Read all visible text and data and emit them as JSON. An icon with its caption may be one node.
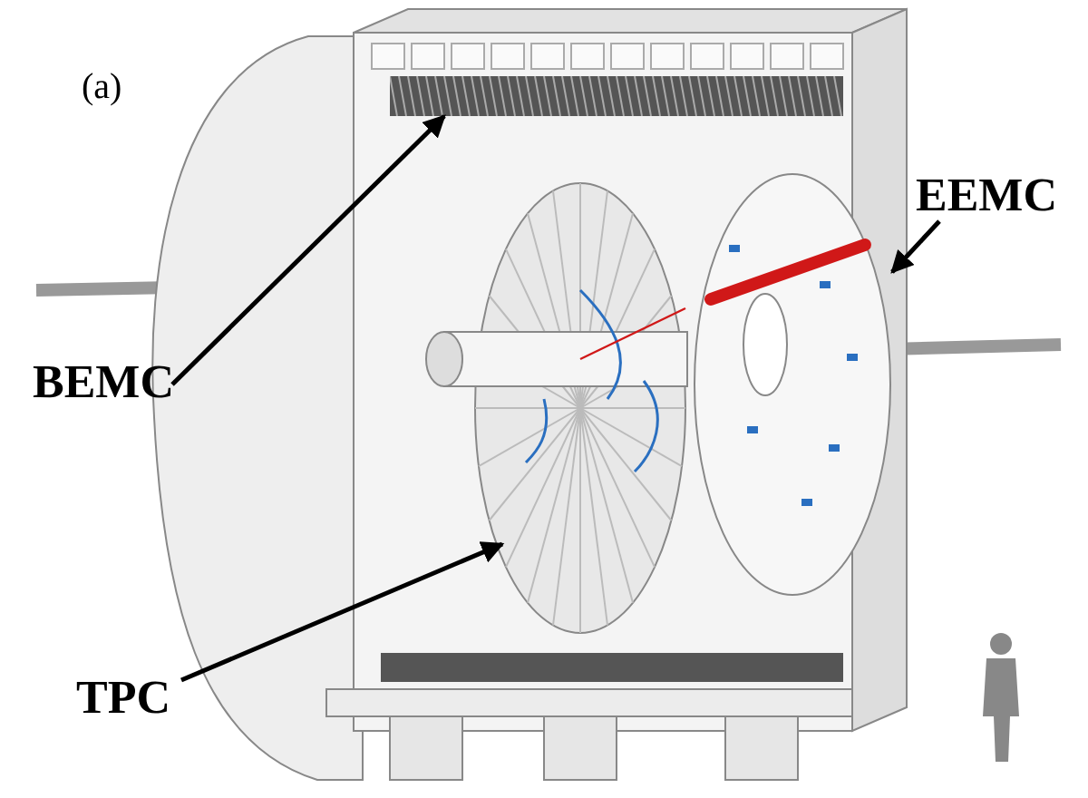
{
  "diagram": {
    "nodes": [
      {
        "text": [
          "BEMC"
        ]
      },
      {
        "text": [],
        "shape": "picture"
      },
      {
        "text": [
          "EEMC"
        ]
      },
      {
        "text": [],
        "shape": "picture"
      },
      {
        "text": [
          "TPC"
        ]
      },
      {
        "text": [],
        "shape": "picture"
      }
    ],
    "edges": [
      {
        "from": 0,
        "to": 1,
        "arrow": "to"
      },
      {
        "from": 2,
        "to": 3,
        "arrow": "to"
      },
      {
        "from": 4,
        "to": 5,
        "arrow": "to"
      }
    ],
    "labels": [
      "(a)"
    ]
  }
}
